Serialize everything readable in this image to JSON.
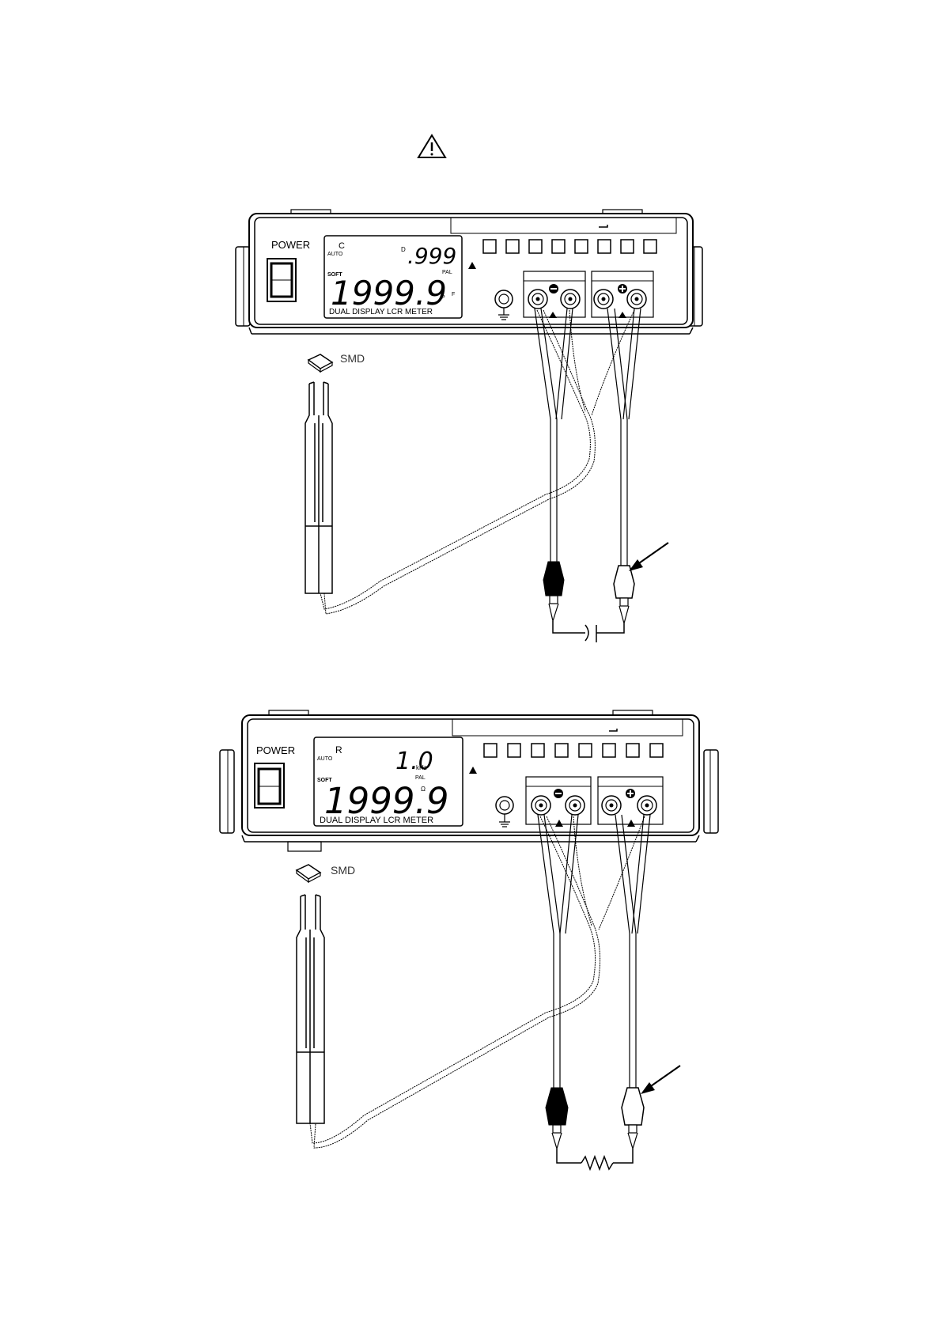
{
  "warning_icon": "warning-triangle-icon",
  "diagrams": [
    {
      "id": "capacitance",
      "power_label": "POWER",
      "lcd": {
        "mode": "C",
        "auto": "AUTO",
        "secondary_label": "D",
        "secondary_value": ".999",
        "soft": "SOFT",
        "primary_value": "1999.9",
        "pal": "PAL",
        "unit_prefix": "P",
        "unit": "F",
        "caption": "DUAL DISPLAY LCR METER"
      },
      "smd_label": "SMD",
      "component": "capacitor"
    },
    {
      "id": "resistance",
      "power_label": "POWER",
      "lcd": {
        "mode": "R",
        "auto": "AUTO",
        "secondary_label": "",
        "secondary_value": "1.0",
        "secondary_unit": "kHz",
        "soft": "SOFT",
        "primary_value": "1999.9",
        "pal": "PAL",
        "unit": "Ω",
        "caption": "DUAL DISPLAY LCR METER"
      },
      "smd_label": "SMD",
      "component": "resistor"
    }
  ]
}
